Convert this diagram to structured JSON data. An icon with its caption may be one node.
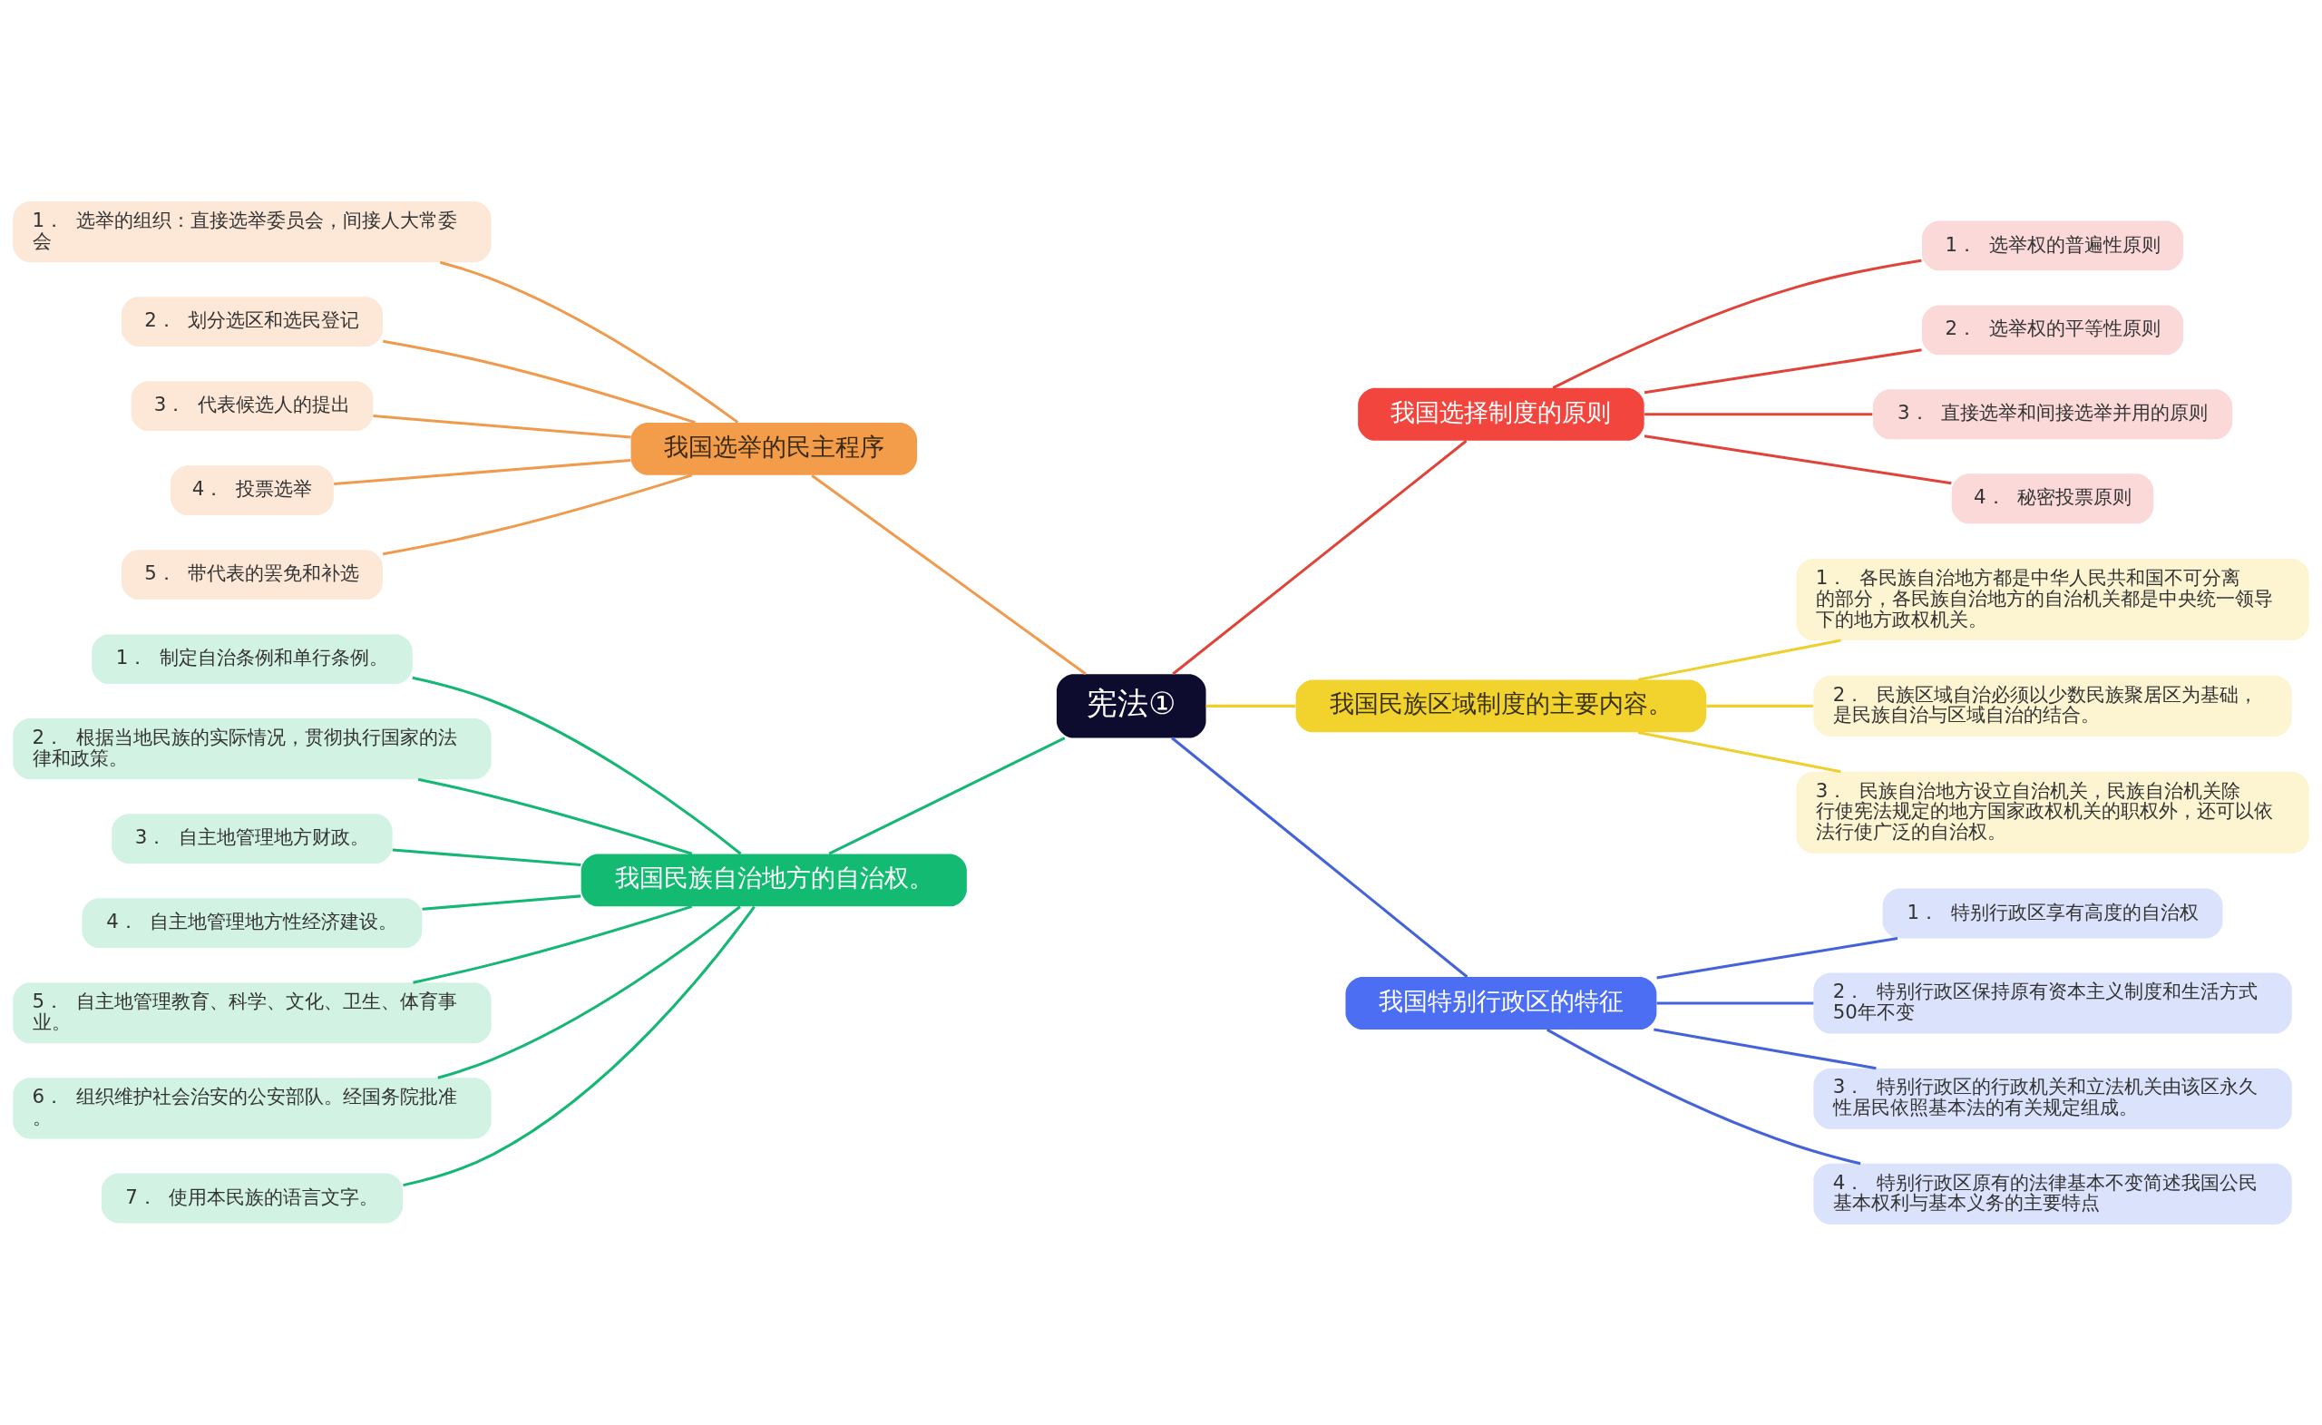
{
  "diagram": {
    "nodes": [
      {
        "text": [
          "宪法①"
        ]
      },
      {
        "text": [
          "我国选举的民主程序"
        ]
      },
      {
        "text": [
          "1．  选举的组织：直接选举委员会，间接人大常委会"
        ]
      },
      {
        "text": [
          "2．  划分选区和选民登记"
        ]
      },
      {
        "text": [
          "3．  代表候选人的提出"
        ]
      },
      {
        "text": [
          "4．  投票选举"
        ]
      },
      {
        "text": [
          "5．  带代表的罢免和补选"
        ]
      },
      {
        "text": [
          "我国选择制度的原则"
        ]
      },
      {
        "text": [
          "1．  选举权的普遍性原则"
        ]
      },
      {
        "text": [
          "2．  选举权的平等性原则"
        ]
      },
      {
        "text": [
          "3．  直接选举和间接选举并用的原则"
        ]
      },
      {
        "text": [
          "4．  秘密投票原则"
        ]
      },
      {
        "text": [
          "我国民族区域制度的主要内容。"
        ]
      },
      {
        "text": [
          "1．  各民族自治地方都是中华人民共和国不可分离的部分，各民族自治地方的自治机关都是中央统一领导下的地方政权机关。"
        ]
      },
      {
        "text": [
          "2．  民族区域自治必须以少数民族聚居区为基础，是民族自治与区域自治的结合。"
        ]
      },
      {
        "text": [
          "3．  民族自治地方设立自治机关，民族自治机关除行使宪法规定的地方国家政权机关的职权外，还可以依法行使广泛的自治权。"
        ]
      },
      {
        "text": [
          "我国民族自治地方的自治权。"
        ]
      },
      {
        "text": [
          "1．  制定自治条例和单行条例。"
        ]
      },
      {
        "text": [
          "2．  根据当地民族的实际情况，贯彻执行国家的法律和政策。"
        ]
      },
      {
        "text": [
          "3．  自主地管理地方财政。"
        ]
      },
      {
        "text": [
          "4．  自主地管理地方性经济建设。"
        ]
      },
      {
        "text": [
          "5．  自主地管理教育、科学、文化、卫生、体育事业。"
        ]
      },
      {
        "text": [
          "6．  组织维护社会治安的公安部队。经国务院批准。"
        ]
      },
      {
        "text": [
          "7．  使用本民族的语言文字。"
        ]
      },
      {
        "text": [
          "我国特别行政区的特征"
        ]
      },
      {
        "text": [
          "1．  特别行政区享有高度的自治权"
        ]
      },
      {
        "text": [
          "2．  特别行政区保持原有资本主义制度和生活方式50年不变"
        ]
      },
      {
        "text": [
          "3．  特别行政区的行政机关和立法机关由该区永久性居民依照基本法的有关规定组成。"
        ]
      },
      {
        "text": [
          "4．  特别行政区原有的法律基本不变简述我国公民基本权利与基本义务的主要特点"
        ]
      }
    ],
    "edges": [
      {
        "from": 0,
        "to": 1,
        "arrow": "none",
        "color": "#ef9a4c"
      },
      {
        "from": 1,
        "to": 2,
        "arrow": "none",
        "color": "#ef9a4c"
      },
      {
        "from": 1,
        "to": 3,
        "arrow": "none",
        "color": "#ef9a4c"
      },
      {
        "from": 1,
        "to": 4,
        "arrow": "none",
        "color": "#ef9a4c"
      },
      {
        "from": 1,
        "to": 5,
        "arrow": "none",
        "color": "#ef9a4c"
      },
      {
        "from": 1,
        "to": 6,
        "arrow": "none",
        "color": "#ef9a4c"
      },
      {
        "from": 0,
        "to": 7,
        "arrow": "none",
        "color": "#e04438"
      },
      {
        "from": 7,
        "to": 8,
        "arrow": "none",
        "color": "#e04438"
      },
      {
        "from": 7,
        "to": 9,
        "arrow": "none",
        "color": "#e04438"
      },
      {
        "from": 7,
        "to": 10,
        "arrow": "none",
        "color": "#e04438"
      },
      {
        "from": 7,
        "to": 11,
        "arrow": "none",
        "color": "#e04438"
      },
      {
        "from": 0,
        "to": 12,
        "arrow": "none",
        "color": "#efcf2c"
      },
      {
        "from": 12,
        "to": 13,
        "arrow": "none",
        "color": "#efcf2c"
      },
      {
        "from": 12,
        "to": 14,
        "arrow": "none",
        "color": "#efcf2c"
      },
      {
        "from": 12,
        "to": 15,
        "arrow": "none",
        "color": "#efcf2c"
      },
      {
        "from": 0,
        "to": 16,
        "arrow": "none"
      },
      {
        "from": 16,
        "to": 17,
        "arrow": "none"
      },
      {
        "from": 16,
        "to": 18,
        "arrow": "none"
      },
      {
        "from": 16,
        "to": 19,
        "arrow": "none"
      },
      {
        "from": 16,
        "to": 20,
        "arrow": "none"
      },
      {
        "from": 16,
        "to": 21,
        "arrow": "none"
      },
      {
        "from": 16,
        "to": 22,
        "arrow": "none"
      },
      {
        "from": 16,
        "to": 23,
        "arrow": "none"
      },
      {
        "from": 0,
        "to": 24,
        "arrow": "none",
        "color": "#4463d8"
      },
      {
        "from": 24,
        "to": 25,
        "arrow": "none",
        "color": "#4463d8"
      },
      {
        "from": 24,
        "to": 26,
        "arrow": "none",
        "color": "#4463d8"
      },
      {
        "from": 24,
        "to": 27,
        "arrow": "none",
        "color": "#4463d8"
      },
      {
        "from": 24,
        "to": 28,
        "arrow": "none",
        "color": "#4463d8"
      }
    ]
  }
}
